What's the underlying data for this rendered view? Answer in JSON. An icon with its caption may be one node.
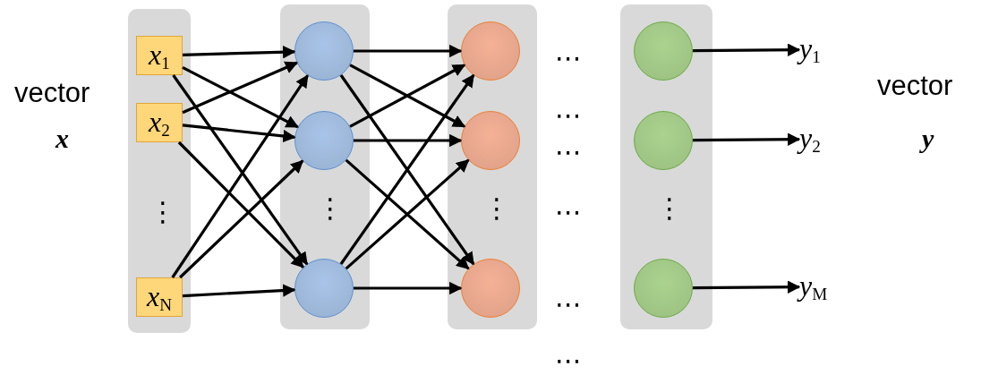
{
  "diagram": {
    "nodes": [
      {
        "text": [],
        "shape": "box"
      },
      {
        "text": [
          "*x*$_{1}$"
        ],
        "in": 0
      },
      {
        "text": [
          "*x*$_{2}$"
        ],
        "in": 0
      },
      {
        "text": [
          "*x*$_{N}$"
        ],
        "in": 0
      },
      {
        "text": [],
        "shape": "box"
      },
      {
        "text": [],
        "shape": "circle",
        "in": 4
      },
      {
        "text": [],
        "shape": "circle",
        "in": 4
      },
      {
        "text": [],
        "shape": "circle",
        "in": 4
      },
      {
        "text": [],
        "shape": "box"
      },
      {
        "text": [],
        "shape": "circle",
        "in": 8
      },
      {
        "text": [],
        "shape": "circle",
        "in": 8
      },
      {
        "text": [],
        "shape": "circle",
        "in": 8
      },
      {
        "text": [],
        "shape": "box"
      },
      {
        "text": [],
        "shape": "circle",
        "in": 12
      },
      {
        "text": [],
        "shape": "circle",
        "in": 12
      },
      {
        "text": [],
        "shape": "circle",
        "in": 12
      },
      {
        "text": [
          "*y*$_{1}$"
        ]
      },
      {
        "text": [
          "*y*$_{2}$"
        ]
      },
      {
        "text": [
          "*y*$_{M}$"
        ]
      }
    ],
    "edges": [
      {
        "from": 1,
        "to": 5,
        "arrow": "to"
      },
      {
        "from": 1,
        "to": 6,
        "arrow": "to"
      },
      {
        "from": 1,
        "to": 7,
        "arrow": "to"
      },
      {
        "from": 2,
        "to": 5,
        "arrow": "to"
      },
      {
        "from": 2,
        "to": 6,
        "arrow": "to"
      },
      {
        "from": 2,
        "to": 7,
        "arrow": "to"
      },
      {
        "from": 3,
        "to": 5,
        "arrow": "to"
      },
      {
        "from": 3,
        "to": 6,
        "arrow": "to"
      },
      {
        "from": 3,
        "to": 7,
        "arrow": "to"
      },
      {
        "from": 5,
        "to": 9,
        "arrow": "to"
      },
      {
        "from": 5,
        "to": 10,
        "arrow": "to"
      },
      {
        "from": 5,
        "to": 11,
        "arrow": "to"
      },
      {
        "from": 6,
        "to": 9,
        "arrow": "to"
      },
      {
        "from": 6,
        "to": 10,
        "arrow": "to"
      },
      {
        "from": 6,
        "to": 11,
        "arrow": "to"
      },
      {
        "from": 7,
        "to": 9,
        "arrow": "to"
      },
      {
        "from": 7,
        "to": 10,
        "arrow": "to"
      },
      {
        "from": 7,
        "to": 11,
        "arrow": "to"
      },
      {
        "from": 13,
        "to": 16,
        "arrow": "to"
      },
      {
        "from": 14,
        "to": 17,
        "arrow": "to"
      },
      {
        "from": 15,
        "to": 18,
        "arrow": "to"
      }
    ],
    "labels": [
      "vector",
      "*x*",
      "vector",
      "*y*",
      "⋮",
      "⋮",
      "⋮",
      "⋮",
      "⋯",
      "⋯",
      "⋯",
      "⋯",
      "⋯",
      "⋯"
    ]
  }
}
